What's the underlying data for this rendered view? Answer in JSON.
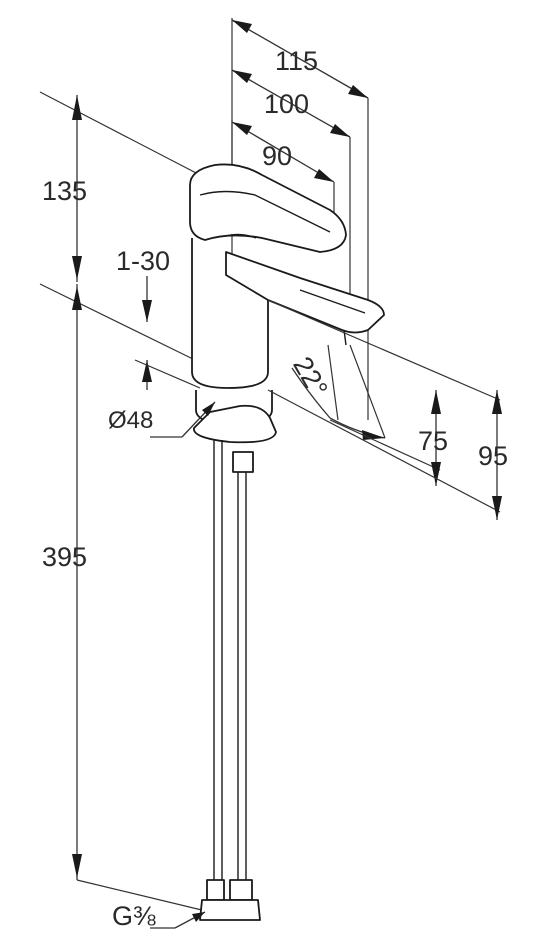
{
  "dimensions": {
    "d115": "115",
    "d100": "100",
    "d90": "90",
    "d135": "135",
    "d1_30": "1-30",
    "d22": "22°",
    "d48": "Ø48",
    "d75": "75",
    "d95": "95",
    "d395": "395",
    "thread": "G⅜"
  },
  "colors": {
    "line": "#1a1a1a",
    "background": "#ffffff"
  }
}
